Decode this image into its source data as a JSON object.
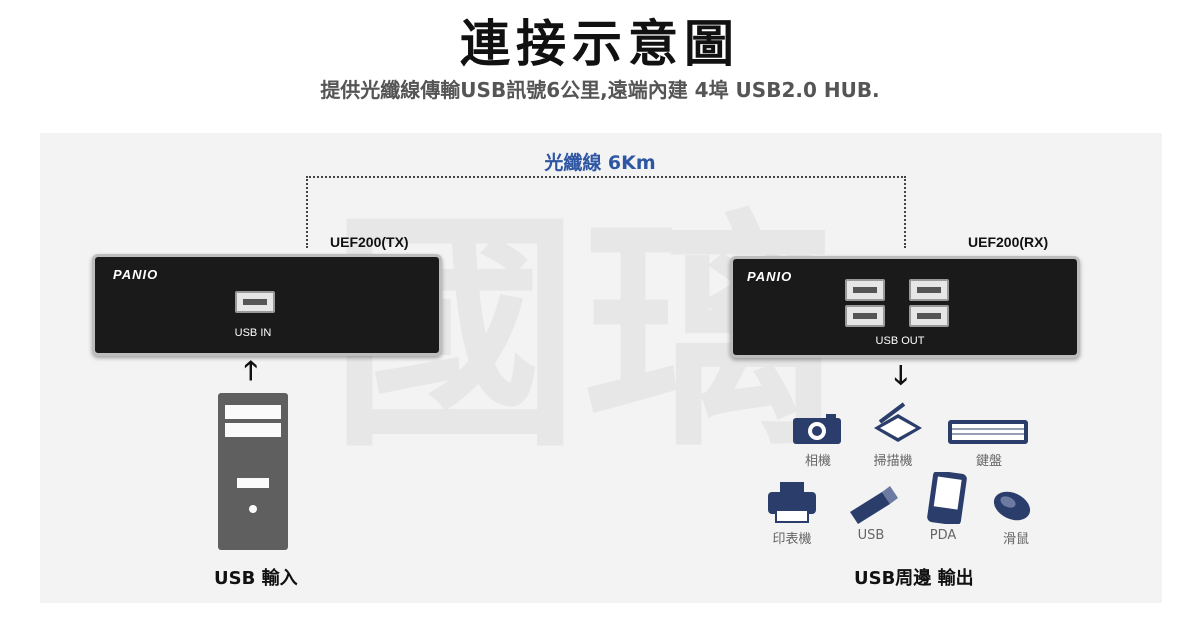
{
  "title": "連接示意圖",
  "subtitle": "提供光纖線傳輸USB訊號6公里,遠端內建 4埠 USB2.0 HUB.",
  "watermark": "國璃",
  "fiber_label": "光纖線 6Km",
  "tx": {
    "model": "UEF200(TX)",
    "brand": "PANIO",
    "port_label": "USB IN"
  },
  "rx": {
    "model": "UEF200(RX)",
    "brand": "PANIO",
    "port_label": "USB OUT"
  },
  "input_label": "USB 輸入",
  "output_label": "USB周邊 輸出",
  "peripherals": [
    {
      "label": "相機",
      "icon": "camera-icon"
    },
    {
      "label": "掃描機",
      "icon": "scanner-icon"
    },
    {
      "label": "鍵盤",
      "icon": "keyboard-icon"
    },
    {
      "label": "印表機",
      "icon": "printer-icon"
    },
    {
      "label": "USB",
      "icon": "usb-stick-icon"
    },
    {
      "label": "PDA",
      "icon": "pda-icon"
    },
    {
      "label": "滑鼠",
      "icon": "mouse-icon"
    }
  ],
  "colors": {
    "accent": "#2e56a3",
    "device": "#1a1a1a",
    "pc": "#5f5f5f",
    "icon": "#2b3d6b"
  }
}
